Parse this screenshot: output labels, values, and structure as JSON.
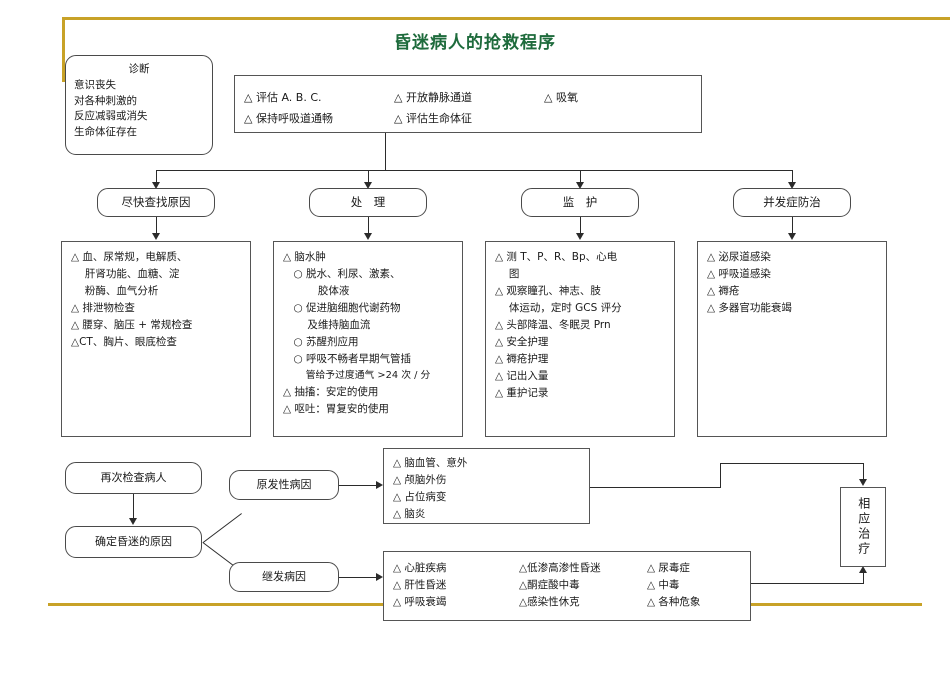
{
  "slide": {
    "title": "昏迷病人的抢救程序",
    "title_color": "#1E6B3C",
    "accent_color": "#C8A227"
  },
  "diagnosis_box": {
    "heading": "诊断",
    "lines": [
      "意识丧失",
      "对各种刺激的",
      "反应减弱或消失",
      "生命体征存在"
    ]
  },
  "initial_measures_box": {
    "row1": [
      "△ 评估 A. B. C.",
      "△ 开放静脉通道",
      "△ 吸氧"
    ],
    "row2": [
      "△ 保持呼吸道通畅",
      "△ 评估生命体征",
      ""
    ]
  },
  "stage_headers": [
    {
      "label": "尽快查找原因"
    },
    {
      "label": "处　理"
    },
    {
      "label": "监　护"
    },
    {
      "label": "并发症防治"
    }
  ],
  "stage_columns": [
    {
      "name": "investigations",
      "lines": [
        "△ 血、尿常规，电解质、",
        "　 肝肾功能、血糖、淀",
        "　 粉酶、血气分析",
        "△ 排泄物检查",
        "△ 腰穿、脑压 + 常规检查",
        "△CT、胸片、眼底检查"
      ]
    },
    {
      "name": "treatment",
      "lines": [
        "△ 脑水肿",
        "　○ 脱水、利尿、激素、",
        "　　　 胶体液",
        "　○ 促进脑细胞代谢药物",
        "　　 及维持脑血流",
        "　○ 苏醒剂应用",
        "　○ 呼吸不畅者早期气管插",
        "　　 管给予过度通气 >24 次 / 分",
        "△ 抽搐：安定的使用",
        "△ 呕吐：胃复安的使用"
      ]
    },
    {
      "name": "monitoring",
      "lines": [
        "△ 测 T、P、R、Bp、心电",
        "　 图",
        "△ 观察瞳孔、神志、肢",
        "　 体运动，定时 GCS 评分",
        "△ 头部降温、冬眠灵 Prn",
        "△ 安全护理",
        "△ 褥疮护理",
        "△ 记出入量",
        "△ 重护记录"
      ]
    },
    {
      "name": "complications",
      "lines": [
        "△ 泌尿道感染",
        "△ 呼吸道感染",
        "△ 褥疮",
        "△ 多器官功能衰竭"
      ]
    }
  ],
  "lower_flow": {
    "reexamine": "再次检查病人",
    "determine_cause": "确定昏迷的原因",
    "primary_cause": "原发性病因",
    "secondary_cause": "继发病因",
    "treatment_box": "相应治疗"
  },
  "primary_cause_list": [
    "△ 脑血管、意外",
    "△ 颅脑外伤",
    "△ 占位病变",
    "△ 脑炎"
  ],
  "secondary_cause_columns": [
    [
      "△ 心脏疾病",
      "△ 肝性昏迷",
      "△ 呼吸衰竭"
    ],
    [
      "△低渗高渗性昏迷",
      "△酮症酸中毒",
      "△感染性休克"
    ],
    [
      "△ 尿毒症",
      "△ 中毒",
      "△ 各种危象"
    ]
  ]
}
